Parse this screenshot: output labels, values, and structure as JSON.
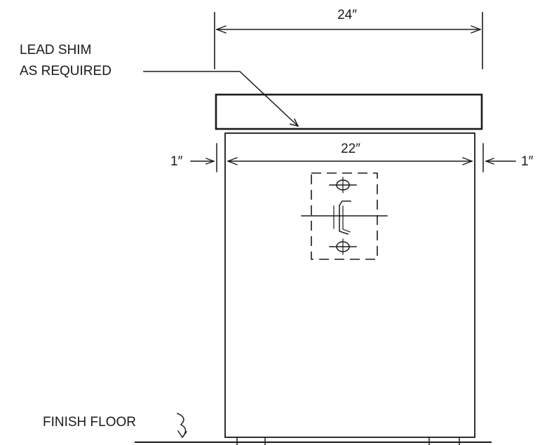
{
  "dimensions": {
    "top_width": "24″",
    "inner_width": "22″",
    "left_offset": "1″",
    "right_offset": "1″"
  },
  "labels": {
    "lead_shim_line1": "LEAD SHIM",
    "lead_shim_line2": "AS REQUIRED",
    "finish_floor": "FINISH FLOOR"
  },
  "colors": {
    "ink": "#1a1a1a",
    "paper": "#ffffff"
  }
}
